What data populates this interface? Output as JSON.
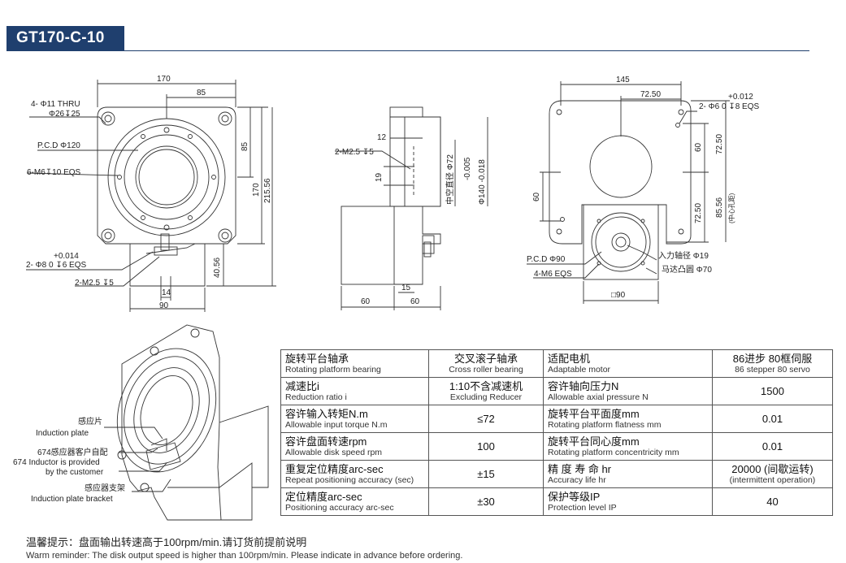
{
  "title": "GT170-C-10",
  "front_view": {
    "dim_width": "170",
    "dim_half": "85",
    "dim_half_v": "85",
    "dim_height": "170",
    "dim_total": "215.56",
    "dim_bottom": "40.56",
    "dim_14": "14",
    "dim_90": "90",
    "hole_note_1": "4- Φ11 THRU",
    "hole_note_2": "Φ26↧25",
    "pcd_note": "P.C.D Φ120",
    "thread_note": "6-M6↧10 EQS",
    "pin_tol": "+0.014",
    "pin_note": "2- Φ8   0      ↧6 EQS",
    "m25_note": "2-M2.5 ↧5"
  },
  "side_view": {
    "dim_12": "12",
    "m25_note": "2-M2.5 ↧5",
    "dim_19": "19",
    "hollow_note": "中空直径 Φ72",
    "od_note": "Φ140 -0.018",
    "od_tol": "-0.005",
    "dim_15": "15",
    "dim_60a": "60",
    "dim_60b": "60"
  },
  "rear_view": {
    "dim_145": "145",
    "dim_7250": "72.50",
    "pin_tol": "+0.012",
    "pin_note": "2- Φ6   0      ↧8 EQS",
    "dim_60a": "60",
    "dim_7250_v1": "72.50",
    "dim_60b": "60",
    "dim_7250_v2": "72.50",
    "dim_8556": "85.56",
    "center_note": "(中心孔距)",
    "input_shaft": "入力轴径 Φ19",
    "motor_boss": "马达凸圆 Φ70",
    "pcd_note": "P.C.D Φ90",
    "thread_note": "4-M6 EQS",
    "square": "□90"
  },
  "iso_view": {
    "label1_zh": "感应片",
    "label1_en": "Induction plate",
    "label2_zh": "674感应器客户自配",
    "label2_en1": "674 Inductor is provided",
    "label2_en2": "by the customer",
    "label3_zh": "感应器支架",
    "label3_en": "Induction plate bracket"
  },
  "specs": [
    {
      "l_zh": "旋转平台轴承",
      "l_en": "Rotating platform bearing",
      "v_zh": "交叉滚子轴承",
      "v_en": "Cross roller bearing",
      "r_zh": "适配电机",
      "r_en": "Adaptable motor",
      "rv_zh": "86进步 80框伺服",
      "rv_en": "86 stepper 80 servo"
    },
    {
      "l_zh": "减速比i",
      "l_en": "Reduction ratio i",
      "v_zh": "1:10不含减速机",
      "v_en": "Excluding Reducer",
      "r_zh": "容许轴向压力N",
      "r_en": "Allowable axial pressure N",
      "rv_zh": "1500",
      "rv_en": ""
    },
    {
      "l_zh": "容许输入转矩N.m",
      "l_en": "Allowable input torque N.m",
      "v_zh": "≤72",
      "v_en": "",
      "r_zh": "旋转平台平面度mm",
      "r_en": "Rotating platform flatness mm",
      "rv_zh": "0.01",
      "rv_en": ""
    },
    {
      "l_zh": "容许盘面转速rpm",
      "l_en": "Allowable disk speed rpm",
      "v_zh": "100",
      "v_en": "",
      "r_zh": "旋转平台同心度mm",
      "r_en": "Rotating platform concentricity mm",
      "rv_zh": "0.01",
      "rv_en": ""
    },
    {
      "l_zh": "重复定位精度arc-sec",
      "l_en": "Repeat positioning accuracy (sec)",
      "v_zh": "±15",
      "v_en": "",
      "r_zh": "精 度 寿 命 hr",
      "r_en": "Accuracy life hr",
      "rv_zh": "20000 (间歇运转)",
      "rv_en": "(intermittent operation)"
    },
    {
      "l_zh": "定位精度arc-sec",
      "l_en": "Positioning accuracy arc-sec",
      "v_zh": "±30",
      "v_en": "",
      "r_zh": "保护等级IP",
      "r_en": "Protection level IP",
      "rv_zh": "40",
      "rv_en": ""
    }
  ],
  "note_zh": "温馨提示：盘面输出转速高于100rpm/min.请订货前提前说明",
  "note_en": "Warm reminder: The disk output speed is higher than 100rpm/min. Please indicate in advance before ordering."
}
